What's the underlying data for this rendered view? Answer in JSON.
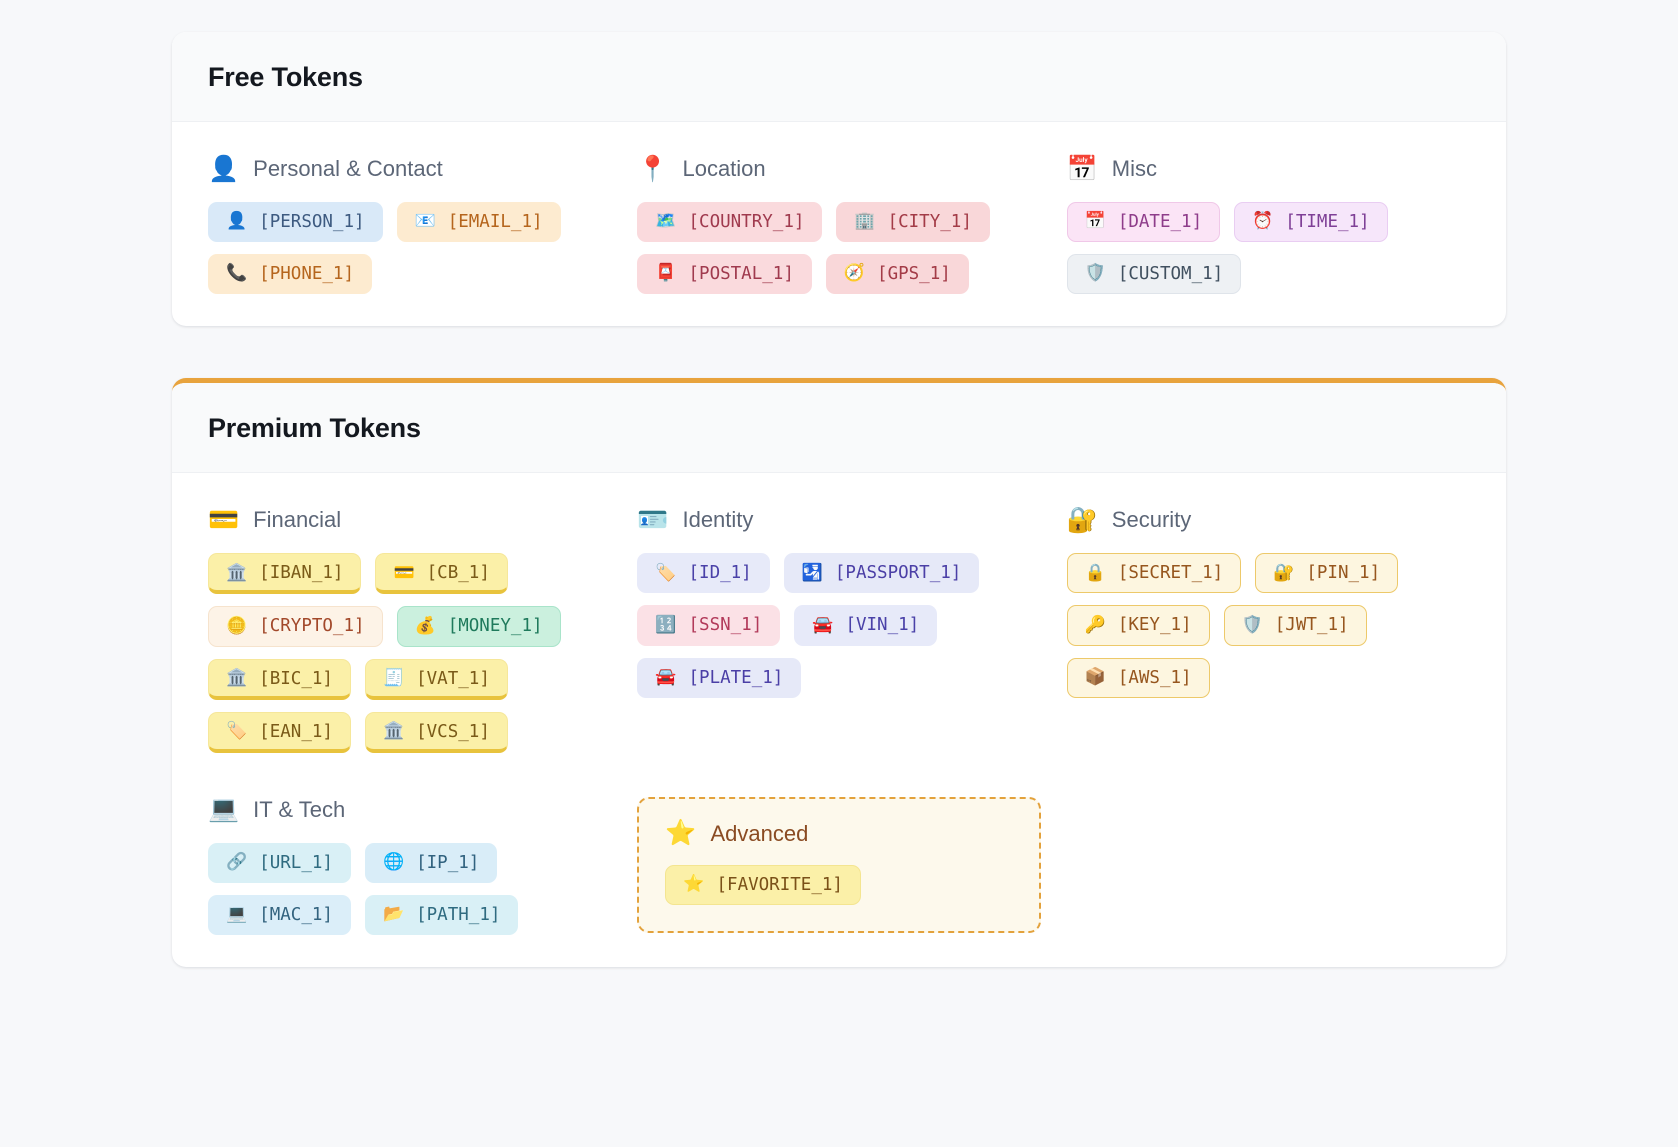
{
  "sections": [
    {
      "id": "free",
      "title": "Free Tokens",
      "groups": [
        {
          "label": "Personal & Contact",
          "icon": "person-bust-icon",
          "emoji": "👤",
          "tokens": [
            {
              "label": "[PERSON_1]",
              "icon": "person-icon",
              "emoji": "👤",
              "style": "c-blue"
            },
            {
              "label": "[EMAIL_1]",
              "icon": "email-icon",
              "emoji": "📧",
              "style": "c-peach"
            },
            {
              "label": "[PHONE_1]",
              "icon": "phone-icon",
              "emoji": "📞",
              "style": "c-peach"
            }
          ]
        },
        {
          "label": "Location",
          "icon": "map-pin-icon",
          "emoji": "📍",
          "tokens": [
            {
              "label": "[COUNTRY_1]",
              "icon": "map-icon",
              "emoji": "🗺️",
              "style": "c-rose"
            },
            {
              "label": "[CITY_1]",
              "icon": "city-building-icon",
              "emoji": "🏢",
              "style": "c-rose2"
            },
            {
              "label": "[POSTAL_1]",
              "icon": "postbox-icon",
              "emoji": "📮",
              "style": "c-rose"
            },
            {
              "label": "[GPS_1]",
              "icon": "compass-icon",
              "emoji": "🧭",
              "style": "c-rose2"
            }
          ]
        },
        {
          "label": "Misc",
          "icon": "calendar-icon",
          "emoji": "📅",
          "tokens": [
            {
              "label": "[DATE_1]",
              "icon": "calendar-icon",
              "emoji": "📅",
              "style": "c-lilac"
            },
            {
              "label": "[TIME_1]",
              "icon": "alarm-clock-icon",
              "emoji": "⏰",
              "style": "c-lilac2"
            },
            {
              "label": "[CUSTOM_1]",
              "icon": "shield-icon",
              "emoji": "🛡️",
              "style": "c-slate"
            }
          ]
        }
      ]
    },
    {
      "id": "premium",
      "title": "Premium Tokens",
      "accent": "#e8a33d",
      "groups": [
        {
          "label": "Financial",
          "icon": "credit-card-icon",
          "emoji": "💳",
          "tokens": [
            {
              "label": "[IBAN_1]",
              "icon": "bank-icon",
              "emoji": "🏛️",
              "style": "c-yellow"
            },
            {
              "label": "[CB_1]",
              "icon": "credit-card-icon",
              "emoji": "💳",
              "style": "c-yellow"
            },
            {
              "label": "[CRYPTO_1]",
              "icon": "coin-icon",
              "emoji": "🪙",
              "style": "c-cream"
            },
            {
              "label": "[MONEY_1]",
              "icon": "money-bag-icon",
              "emoji": "💰",
              "style": "c-mint"
            },
            {
              "label": "[BIC_1]",
              "icon": "bank-icon",
              "emoji": "🏛️",
              "style": "c-yellow"
            },
            {
              "label": "[VAT_1]",
              "icon": "receipt-icon",
              "emoji": "🧾",
              "style": "c-yellow"
            },
            {
              "label": "[EAN_1]",
              "icon": "tag-icon",
              "emoji": "🏷️",
              "style": "c-yellow"
            },
            {
              "label": "[VCS_1]",
              "icon": "bank-icon",
              "emoji": "🏛️",
              "style": "c-yellow"
            }
          ]
        },
        {
          "label": "Identity",
          "icon": "id-card-icon",
          "emoji": "🪪",
          "tokens": [
            {
              "label": "[ID_1]",
              "icon": "tag-icon",
              "emoji": "🏷️",
              "style": "c-indigo"
            },
            {
              "label": "[PASSPORT_1]",
              "icon": "passport-control-icon",
              "emoji": "🛂",
              "style": "c-indigo2"
            },
            {
              "label": "[SSN_1]",
              "icon": "input-numbers-icon",
              "emoji": "🔢",
              "style": "c-pinkid"
            },
            {
              "label": "[VIN_1]",
              "icon": "car-icon",
              "emoji": "🚘",
              "style": "c-indigo"
            },
            {
              "label": "[PLATE_1]",
              "icon": "car-icon",
              "emoji": "🚘",
              "style": "c-indigo2"
            }
          ]
        },
        {
          "label": "Security",
          "icon": "lock-with-key-icon",
          "emoji": "🔐",
          "tokens": [
            {
              "label": "[SECRET_1]",
              "icon": "lock-icon",
              "emoji": "🔒",
              "style": "c-sec"
            },
            {
              "label": "[PIN_1]",
              "icon": "lock-with-key-icon",
              "emoji": "🔐",
              "style": "c-sec"
            },
            {
              "label": "[KEY_1]",
              "icon": "key-icon",
              "emoji": "🔑",
              "style": "c-sec"
            },
            {
              "label": "[JWT_1]",
              "icon": "shield-icon",
              "emoji": "🛡️",
              "style": "c-sec"
            },
            {
              "label": "[AWS_1]",
              "icon": "package-icon",
              "emoji": "📦",
              "style": "c-sec"
            }
          ]
        },
        {
          "label": "IT & Tech",
          "icon": "laptop-icon",
          "emoji": "💻",
          "tokens": [
            {
              "label": "[URL_1]",
              "icon": "link-icon",
              "emoji": "🔗",
              "style": "c-cyan"
            },
            {
              "label": "[IP_1]",
              "icon": "globe-icon",
              "emoji": "🌐",
              "style": "c-cyan2"
            },
            {
              "label": "[MAC_1]",
              "icon": "laptop-icon",
              "emoji": "💻",
              "style": "c-cyan3"
            },
            {
              "label": "[PATH_1]",
              "icon": "folder-icon",
              "emoji": "📂",
              "style": "c-cyan"
            }
          ]
        }
      ],
      "advanced": {
        "label": "Advanced",
        "icon": "star-icon",
        "emoji": "⭐",
        "tokens": [
          {
            "label": "[FAVORITE_1]",
            "icon": "star-icon",
            "emoji": "⭐"
          }
        ]
      }
    }
  ]
}
